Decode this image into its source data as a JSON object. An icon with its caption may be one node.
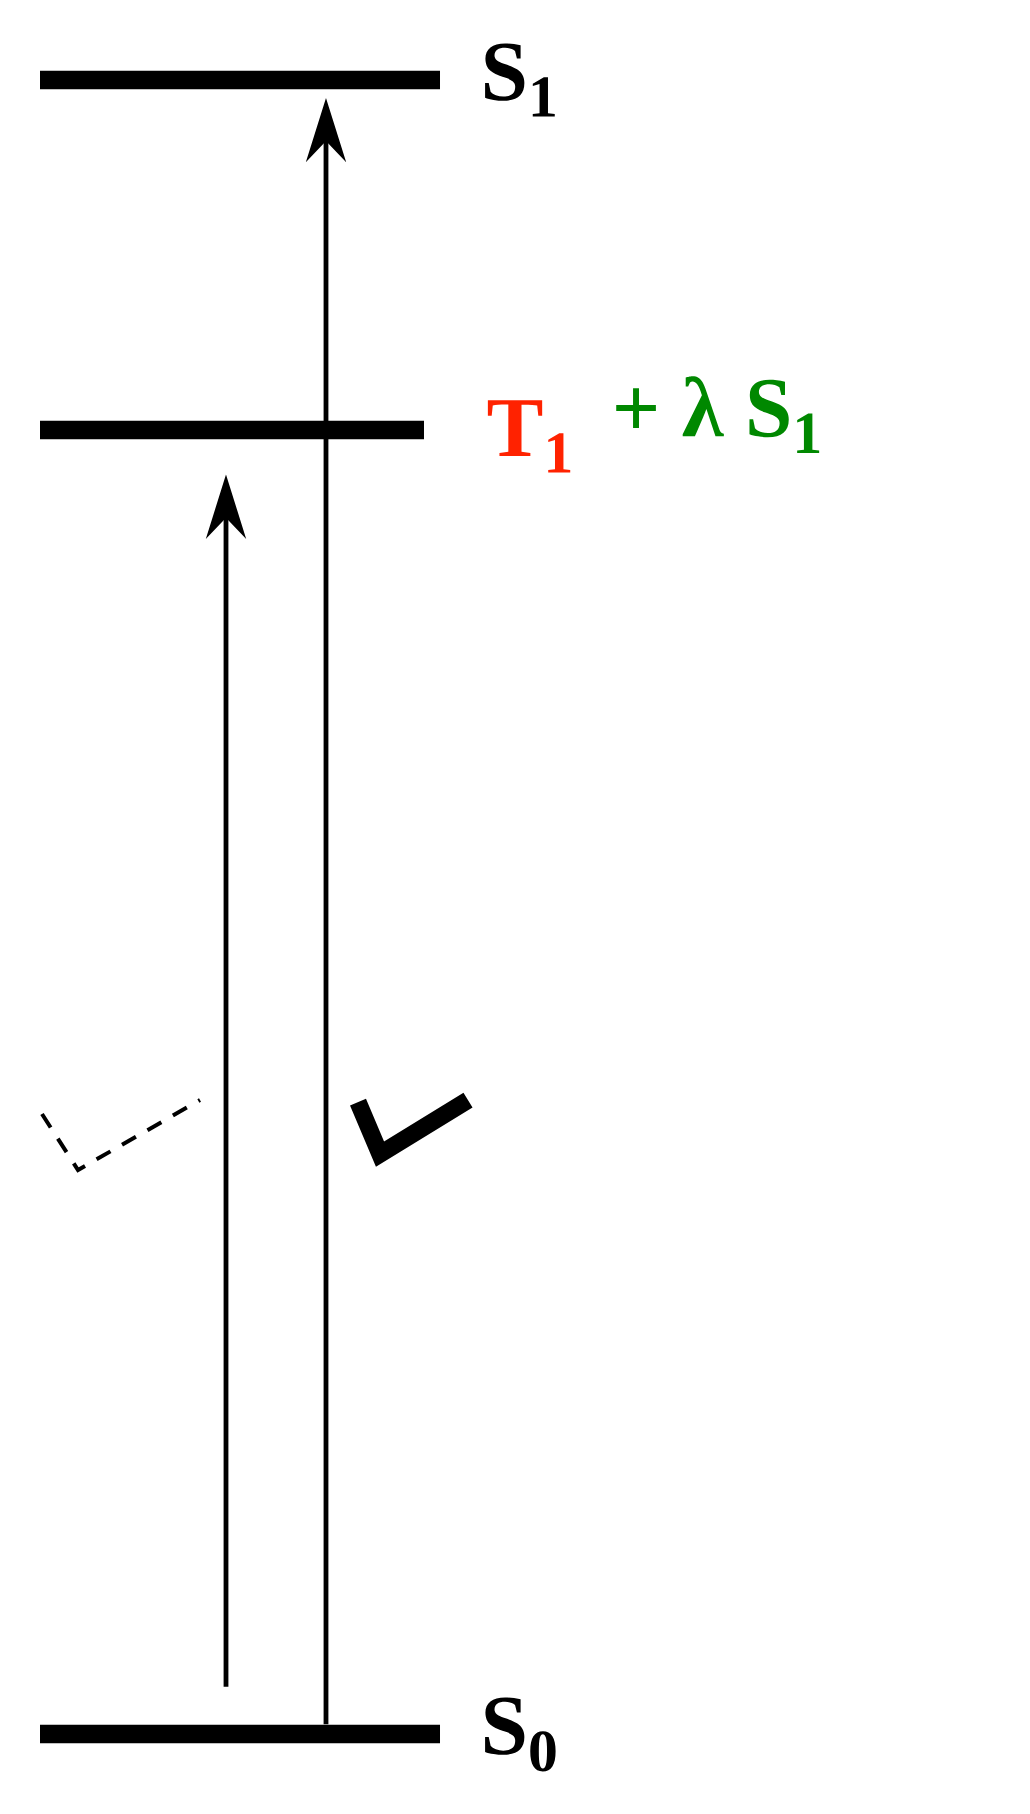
{
  "diagram": {
    "nodes": [
      {
        "text": [],
        "shape": "bar",
        "beside": [
          "S$_{1}$"
        ]
      },
      {
        "text": [],
        "shape": "bar",
        "beside": [
          "T$_{1}$",
          "+ λ S$_{1}$"
        ]
      },
      {
        "text": [],
        "shape": "bar",
        "beside": [
          "S$_{0}$"
        ]
      }
    ],
    "edges": [
      {
        "from": 2,
        "to": 0,
        "arrow": "to"
      },
      {
        "from": 2,
        "to": 1,
        "arrow": "to"
      }
    ]
  }
}
